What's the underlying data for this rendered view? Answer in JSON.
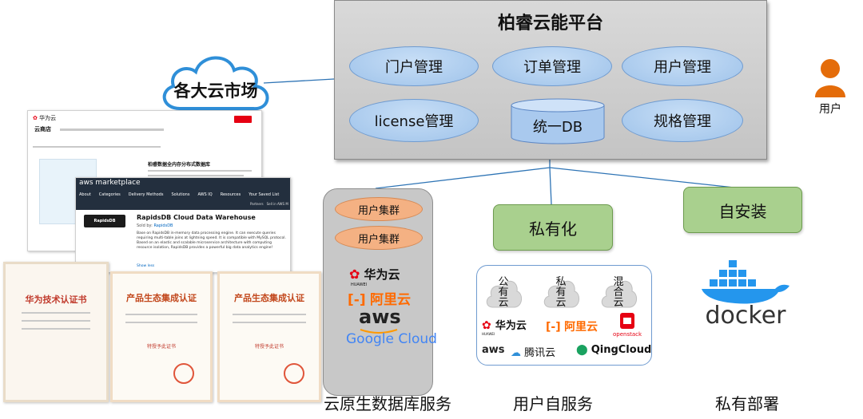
{
  "platform": {
    "title": "柏睿云能平台",
    "modules": [
      "门户管理",
      "订单管理",
      "用户管理",
      "license管理",
      "规格管理"
    ],
    "db": "统一DB"
  },
  "cloud_market": "各大云市场",
  "user_label": "用户",
  "cloud_native": {
    "clusters": [
      "用户集群",
      "用户集群"
    ],
    "logos": {
      "huawei": "华为云",
      "huawei_en": "HUAWEI",
      "aliyun": "阿里云",
      "aws": "aws",
      "google": "Google Cloud"
    },
    "label": "云原生数据库服务"
  },
  "self_service": {
    "box": "私有化",
    "clouds": [
      "公有云",
      "私有云",
      "混合云"
    ],
    "logos": {
      "huawei": "华为云",
      "huawei_en": "HUAWEI",
      "aliyun": "阿里云",
      "openstack": "openstack",
      "aws": "aws",
      "tencent": "腾讯云",
      "qing": "QingCloud"
    },
    "label": "用户自服务"
  },
  "private_deploy": {
    "box": "自安装",
    "docker": "docker",
    "label": "私有部署"
  },
  "screens": {
    "huawei_store": {
      "brand": "华为云",
      "store": "云商店",
      "product": "柏睿数据全内存分布式数据库"
    },
    "aws": {
      "marketplace": "aws marketplace",
      "nav": [
        "About",
        "Categories",
        "Delivery Methods",
        "Solutions",
        "AWS IQ",
        "Resources"
      ],
      "saved": "Your Saved List",
      "partners": "Partners",
      "sell": "Sell in AWS M",
      "badge": "RapidsDB",
      "title": "RapidsDB Cloud Data Warehouse",
      "sold_by_label": "Sold by:",
      "sold_by": "RapidsDB",
      "desc": "Base on RapidsDB in-memory data processing engine. It can execute queries requiring multi-table joins at lightning speed. It is compatible with MySQL protocol. Based on an elastic and scalable microservice architecture with computing resource isolation, RapidsDB provides a powerful big data analytics engine!",
      "show_less": "Show less"
    },
    "certs": {
      "c1": "华为技术认证书",
      "c2": "产品生态集成认证",
      "c3": "产品生态集成认证",
      "badge": "特授予此证书"
    }
  },
  "colors": {
    "oval": "#9fc3ea",
    "green": "#a9d08e",
    "pill": "#f4b183",
    "panel": "#c8c8c8",
    "user": "#e46c0a",
    "cloud": "#2f8fd8"
  }
}
